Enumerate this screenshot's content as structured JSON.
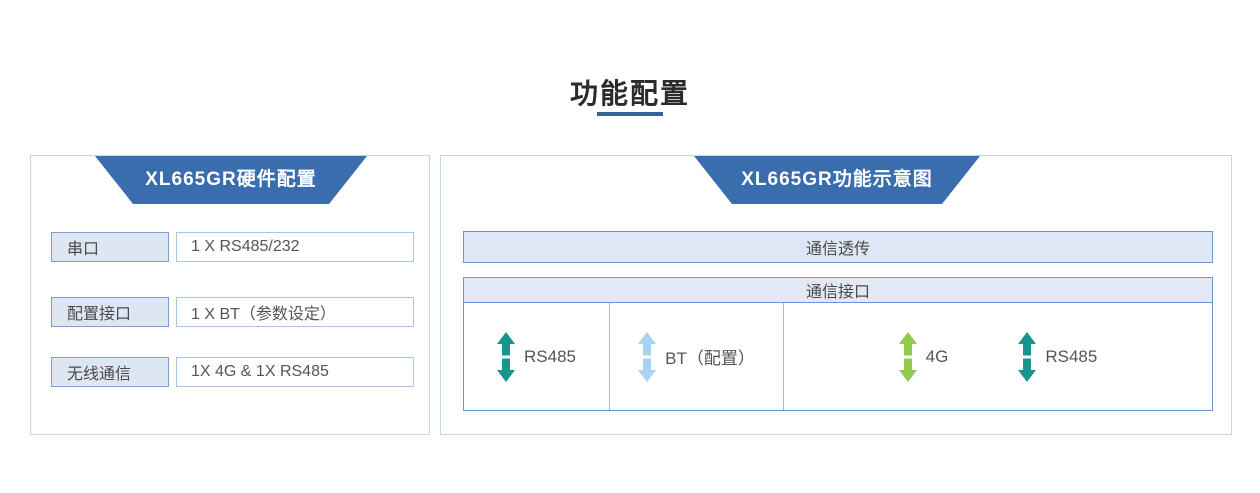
{
  "page": {
    "title": "功能配置"
  },
  "colors": {
    "header_blue": "#3a6dad",
    "underline_blue": "#36639c",
    "panel_border": "#c5d9ed",
    "box_border": "#6f94d2",
    "band_fill": "#dde7f5",
    "arrow_teal": "#17968f",
    "arrow_lightblue": "#a9d3f2",
    "arrow_green": "#90c850"
  },
  "left_panel": {
    "header": "XL665GR硬件配置",
    "rows": [
      {
        "label": "串口",
        "value": "1 X RS485/232"
      },
      {
        "label": "配置接口",
        "value": "1 X BT（参数设定）"
      },
      {
        "label": "无线通信",
        "value": "1X 4G & 1X RS485"
      }
    ]
  },
  "right_panel": {
    "header": "XL665GR功能示意图",
    "transparent_band": "通信透传",
    "interface_box": {
      "header": "通信接口",
      "cells": [
        {
          "label": "RS485",
          "arrow": "teal-double-arrow",
          "color": "#17968f"
        },
        {
          "label": "BT（配置）",
          "arrow": "lightblue-double-arrow",
          "color": "#a9d3f2"
        },
        {
          "label": "4G",
          "arrow": "green-double-arrow",
          "color": "#90c850"
        },
        {
          "label": "RS485",
          "arrow": "teal-double-arrow",
          "color": "#17968f"
        }
      ]
    }
  }
}
